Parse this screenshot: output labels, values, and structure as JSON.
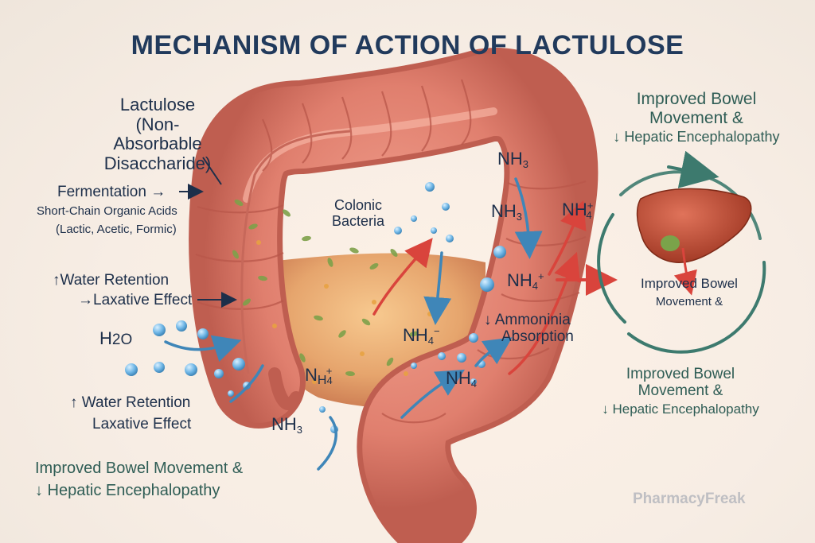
{
  "title": "MECHANISM OF ACTION OF LACTULOSE",
  "labels": {
    "lactulose_1": "Lactulose",
    "lactulose_2": "(Non-Absorbable",
    "lactulose_3": "Disaccharide)",
    "fermentation": "Fermentation →",
    "scfa": "Short-Chain Organic Acids",
    "scfa_list": "(Lactic, Acetic, Formic)",
    "water_ret_1a": "↑Water Retention",
    "water_ret_1b": "→Laxative Effect",
    "water_ret_2a": "↑ Water Retention",
    "water_ret_2b": "Laxative Effect",
    "colonic_1": "Colonic",
    "colonic_2": "Bacteria",
    "ammonia_1": "↓ Ammoninia",
    "ammonia_2": "Absorption",
    "improved_top_1": "Improved Bowel",
    "improved_top_2": "Movement &",
    "improved_top_3": "↓ Hepatic Encephalopathy",
    "improved_mid_1": "Improved Bowel",
    "improved_mid_2": "Movement &",
    "improved_br_1": "Improved Bowel",
    "improved_br_2": "Movement &",
    "improved_br_3": "↓ Hepatic Encephalopathy",
    "improved_bl_1": "Improved Bowel Movement &",
    "improved_bl_2": "↓ Hepatic Encephalopathy",
    "watermark": "PharmacyFreak"
  },
  "chem": {
    "h2o_a": "H",
    "h2o_b": "2",
    "h2o_c": "O",
    "nh3_a": "NH",
    "nh3_b": "3",
    "nh4_a": "NH",
    "nh4_b": "4",
    "plus": "+",
    "minus": "−",
    "nh4_odd_a": "N",
    "nh4_odd_b": "H",
    "nh4_odd_c": "4"
  },
  "colors": {
    "colon": "#e07f6e",
    "colon_dark": "#b9574a",
    "red_arrow": "#d9443c",
    "blue_arrow": "#3f86b8",
    "teal_cycle": "#3d7a6e",
    "liver": "#b5462e",
    "text_dark": "#1d2f4a",
    "text_green": "#2f5d55"
  }
}
